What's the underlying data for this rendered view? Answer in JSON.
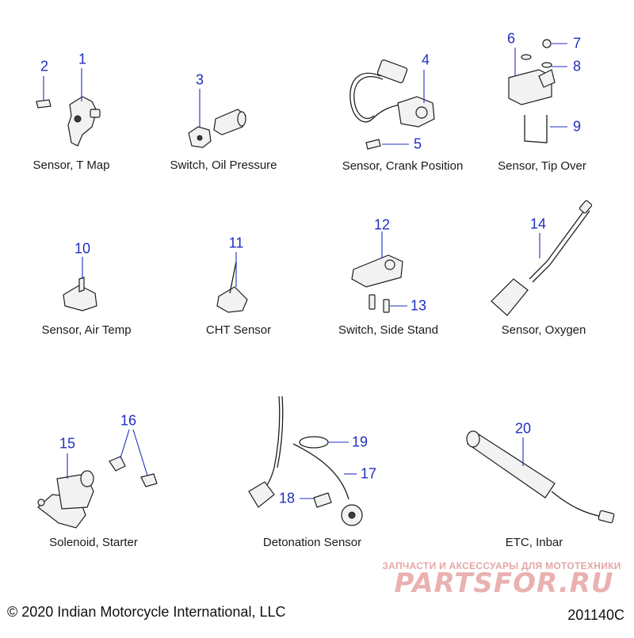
{
  "parts": [
    {
      "id": "sensor-t-map",
      "caption": "Sensor, T Map",
      "callouts": [
        "1",
        "2"
      ]
    },
    {
      "id": "switch-oil-pressure",
      "caption": "Switch, Oil Pressure",
      "callouts": [
        "3"
      ]
    },
    {
      "id": "sensor-crank-position",
      "caption": "Sensor, Crank Position",
      "callouts": [
        "4",
        "5"
      ]
    },
    {
      "id": "sensor-tip-over",
      "caption": "Sensor, Tip Over",
      "callouts": [
        "6",
        "7",
        "8",
        "9"
      ]
    },
    {
      "id": "sensor-air-temp",
      "caption": "Sensor, Air Temp",
      "callouts": [
        "10"
      ]
    },
    {
      "id": "cht-sensor",
      "caption": "CHT Sensor",
      "callouts": [
        "11"
      ]
    },
    {
      "id": "switch-side-stand",
      "caption": "Switch, Side Stand",
      "callouts": [
        "12",
        "13"
      ]
    },
    {
      "id": "sensor-oxygen",
      "caption": "Sensor, Oxygen",
      "callouts": [
        "14"
      ]
    },
    {
      "id": "solenoid-starter",
      "caption": "Solenoid, Starter",
      "callouts": [
        "15",
        "16"
      ]
    },
    {
      "id": "detonation-sensor",
      "caption": "Detonation Sensor",
      "callouts": [
        "17",
        "18",
        "19"
      ]
    },
    {
      "id": "etc-inbar",
      "caption": "ETC, Inbar",
      "callouts": [
        "20"
      ]
    }
  ],
  "footer": {
    "copyright": "© 2020 Indian Motorcycle International, LLC",
    "document_number": "201140C"
  },
  "watermark": {
    "tagline": "ЗАПЧАСТИ И АКСЕССУАРЫ ДЛЯ МОТОТЕХНИКИ",
    "brand": "PARTSFOR.RU"
  },
  "colors": {
    "callout": "#1f2fbf",
    "line_art": "#1e1e1e",
    "watermark": "#e4a6a6"
  }
}
